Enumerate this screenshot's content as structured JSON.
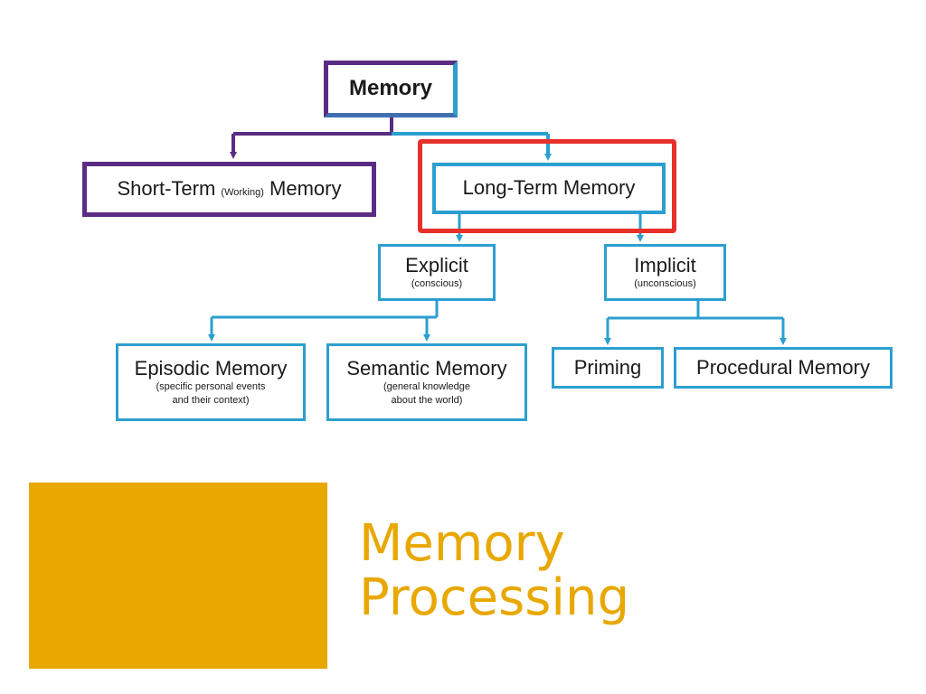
{
  "diagram": {
    "root": {
      "label": "Memory"
    },
    "short_term": {
      "label_start": "Short-Term",
      "label_small": "(Working)",
      "label_end": "Memory"
    },
    "long_term": {
      "label": "Long-Term Memory"
    },
    "explicit": {
      "label": "Explicit",
      "sub": "(conscious)"
    },
    "implicit": {
      "label": "Implicit",
      "sub": "(unconscious)"
    },
    "episodic": {
      "label": "Episodic Memory",
      "sub_line1": "(specific personal events",
      "sub_line2": "and their context)"
    },
    "semantic": {
      "label": "Semantic Memory",
      "sub_line1": "(general knowledge",
      "sub_line2": "about the world)"
    },
    "priming": {
      "label": "Priming"
    },
    "procedural": {
      "label": "Procedural Memory"
    },
    "colors": {
      "purple": "#5b2c83",
      "blue": "#2c9fd0",
      "highlight_red": "#e8302b"
    }
  },
  "title": {
    "line1": "Memory",
    "line2": "Processing",
    "color": "#e8a800"
  },
  "accent_block_color": "#e8a800"
}
